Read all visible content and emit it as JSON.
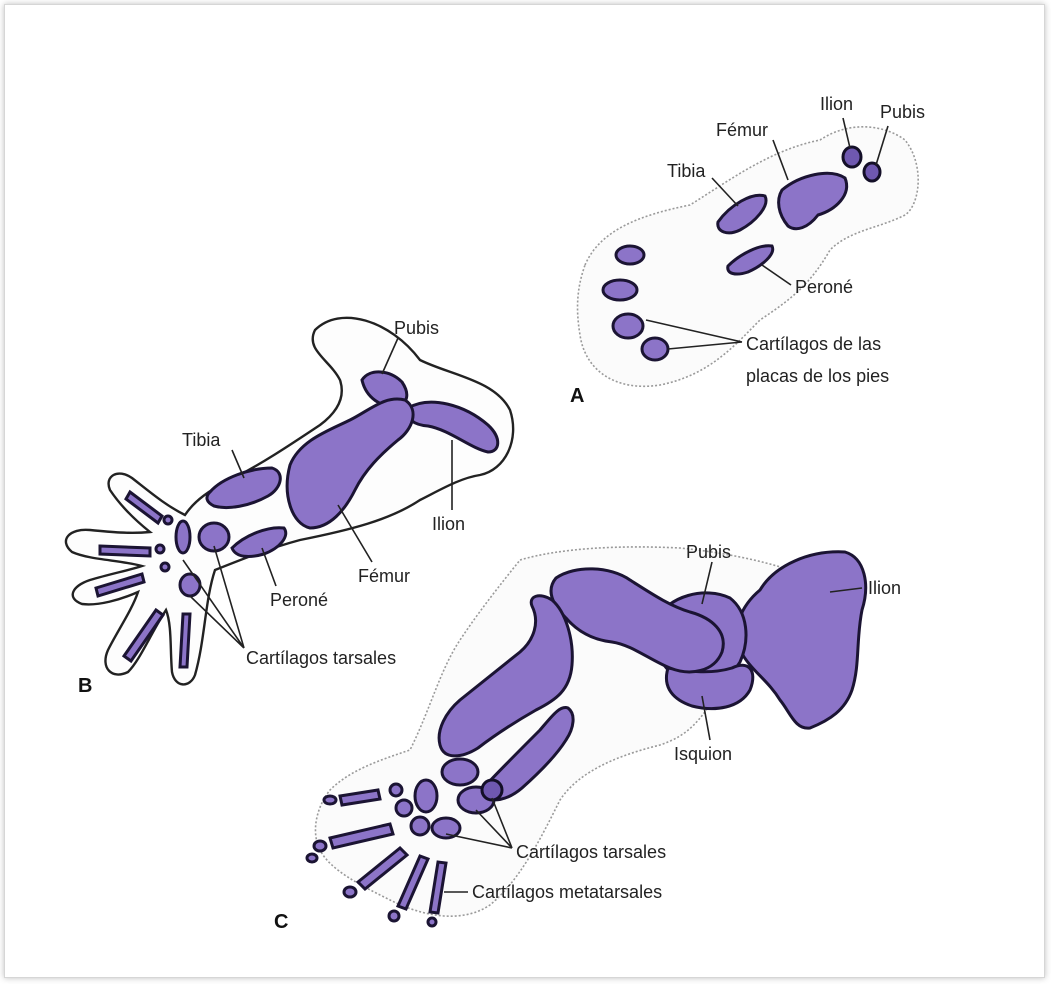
{
  "colors": {
    "cartilage": "#8c74c8",
    "outline": "#1b1433",
    "text": "#222222"
  },
  "panels": {
    "A": {
      "letter": "A",
      "labels": {
        "ilion": "Ilion",
        "pubis": "Pubis",
        "femur": "Fémur",
        "tibia": "Tibia",
        "perone": "Peroné",
        "cartilagos_line1": "Cartílagos de las",
        "cartilagos_line2": "placas de los pies"
      }
    },
    "B": {
      "letter": "B",
      "labels": {
        "pubis": "Pubis",
        "tibia": "Tibia",
        "ilion": "Ilion",
        "femur": "Fémur",
        "perone": "Peroné",
        "tarsales": "Cartílagos tarsales"
      }
    },
    "C": {
      "letter": "C",
      "labels": {
        "pubis": "Pubis",
        "ilion": "Ilion",
        "isquion": "Isquion",
        "tarsales": "Cartílagos tarsales",
        "metatarsales": "Cartílagos metatarsales"
      }
    }
  }
}
